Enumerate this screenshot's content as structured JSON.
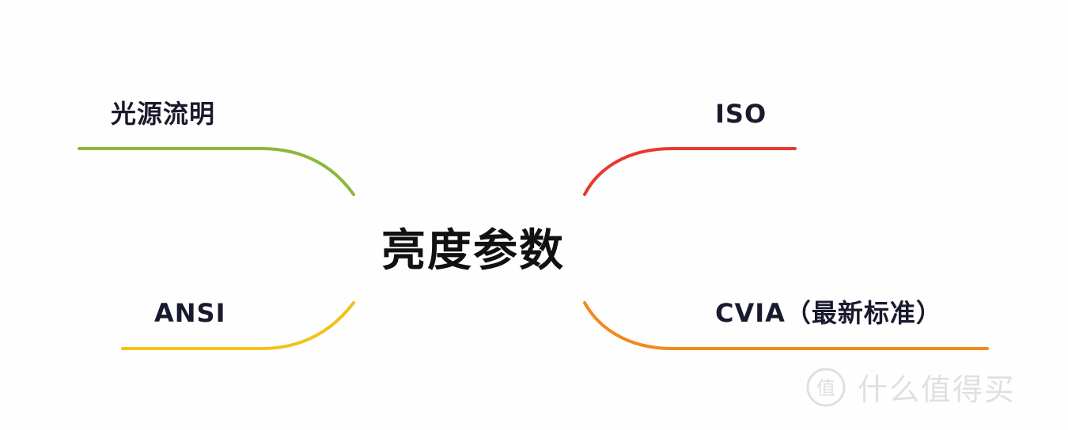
{
  "center": {
    "title": "亮度参数"
  },
  "branches": [
    {
      "id": "top-left",
      "label": "光源流明",
      "color": "#8cb83a"
    },
    {
      "id": "top-right",
      "label": "ISO",
      "color": "#e8382e"
    },
    {
      "id": "bottom-left",
      "label": "ANSI",
      "color": "#f2c21b"
    },
    {
      "id": "bottom-right",
      "label": "CVIA（最新标准）",
      "color": "#f28a1c"
    }
  ],
  "watermark": {
    "text": "什么值得买",
    "logo_char": "值"
  }
}
